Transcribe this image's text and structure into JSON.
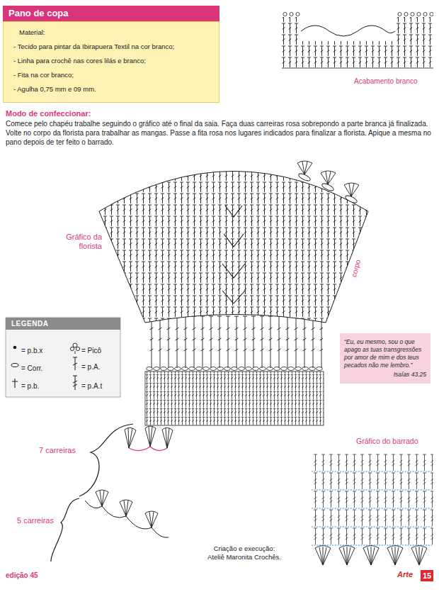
{
  "diagram": {
    "title": "Pano de copa",
    "nodes": [
      {
        "text": [
          "Material:",
          "- Tecido para pintar da Ibirapuera Textil na cor branco;",
          "- Linha para crochê nas cores lilás e branco;",
          "- Fita na cor branco;",
          "- Agulha 0,75 mm e 09 mm."
        ]
      },
      {
        "text": [
          "LEGENDA"
        ]
      },
      {
        "text": [
          "“Eu, eu mesmo, sou o que apago as tuas transgressões por amor de mim e dos teus pecados não me lembro.”",
          "Isaías 43.25"
        ]
      },
      {
        "text": [
          "15"
        ]
      }
    ],
    "labels": [
      "Acabamento branco",
      "Modo de confeccionar:",
      "Comece pelo chapéu trabalhe seguindo o gráfico até o final da saia. Faça duas carreiras rosa sobrepondo a parte branca já finalizada. Volte no corpo da florista para trabalhar as mangas. Passe a fita rosa nos lugares indicados para finalizar a florista. Apique a mesma no pano depois de ter feito o barrado.",
      "Gráfico da florista",
      "corpo",
      "7 carreiras",
      "5 carreiras",
      "Gráfico do barrado",
      "Criação e execução: Ateliê Maronita Crochês.",
      "edição 45",
      "Arte"
    ],
    "legend": [
      {
        "text": "= p.b.x"
      },
      {
        "text": "= Corr."
      },
      {
        "text": "= p.b."
      },
      {
        "text": "= Picô"
      },
      {
        "text": "= p.A."
      },
      {
        "text": "= p.A.t"
      }
    ]
  }
}
